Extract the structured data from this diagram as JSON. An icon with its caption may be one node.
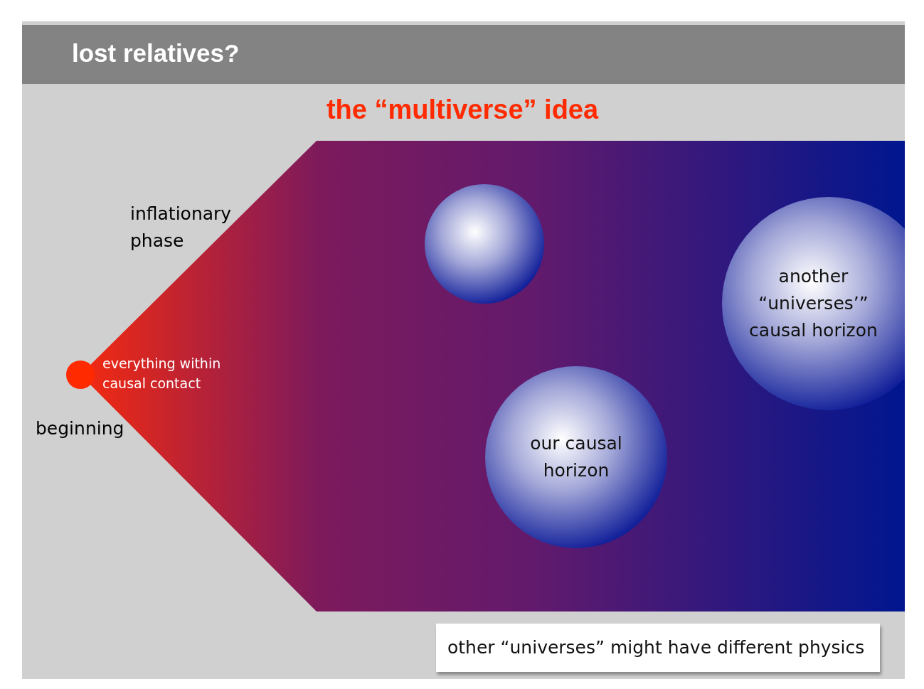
{
  "diagram": {
    "title": "lost relatives?",
    "nodes": [
      {
        "text": [],
        "shape": "circle"
      },
      {
        "text": [],
        "shape": "circle"
      },
      {
        "text": [
          "our causal horizon"
        ]
      },
      {
        "text": [
          "another “universes’” causal horizon"
        ]
      },
      {
        "text": [
          "other “universes” might have different physics"
        ]
      }
    ],
    "labels": [
      "the “multiverse” idea",
      "inflationary phase",
      "everything within causal contact",
      "beginning"
    ]
  }
}
